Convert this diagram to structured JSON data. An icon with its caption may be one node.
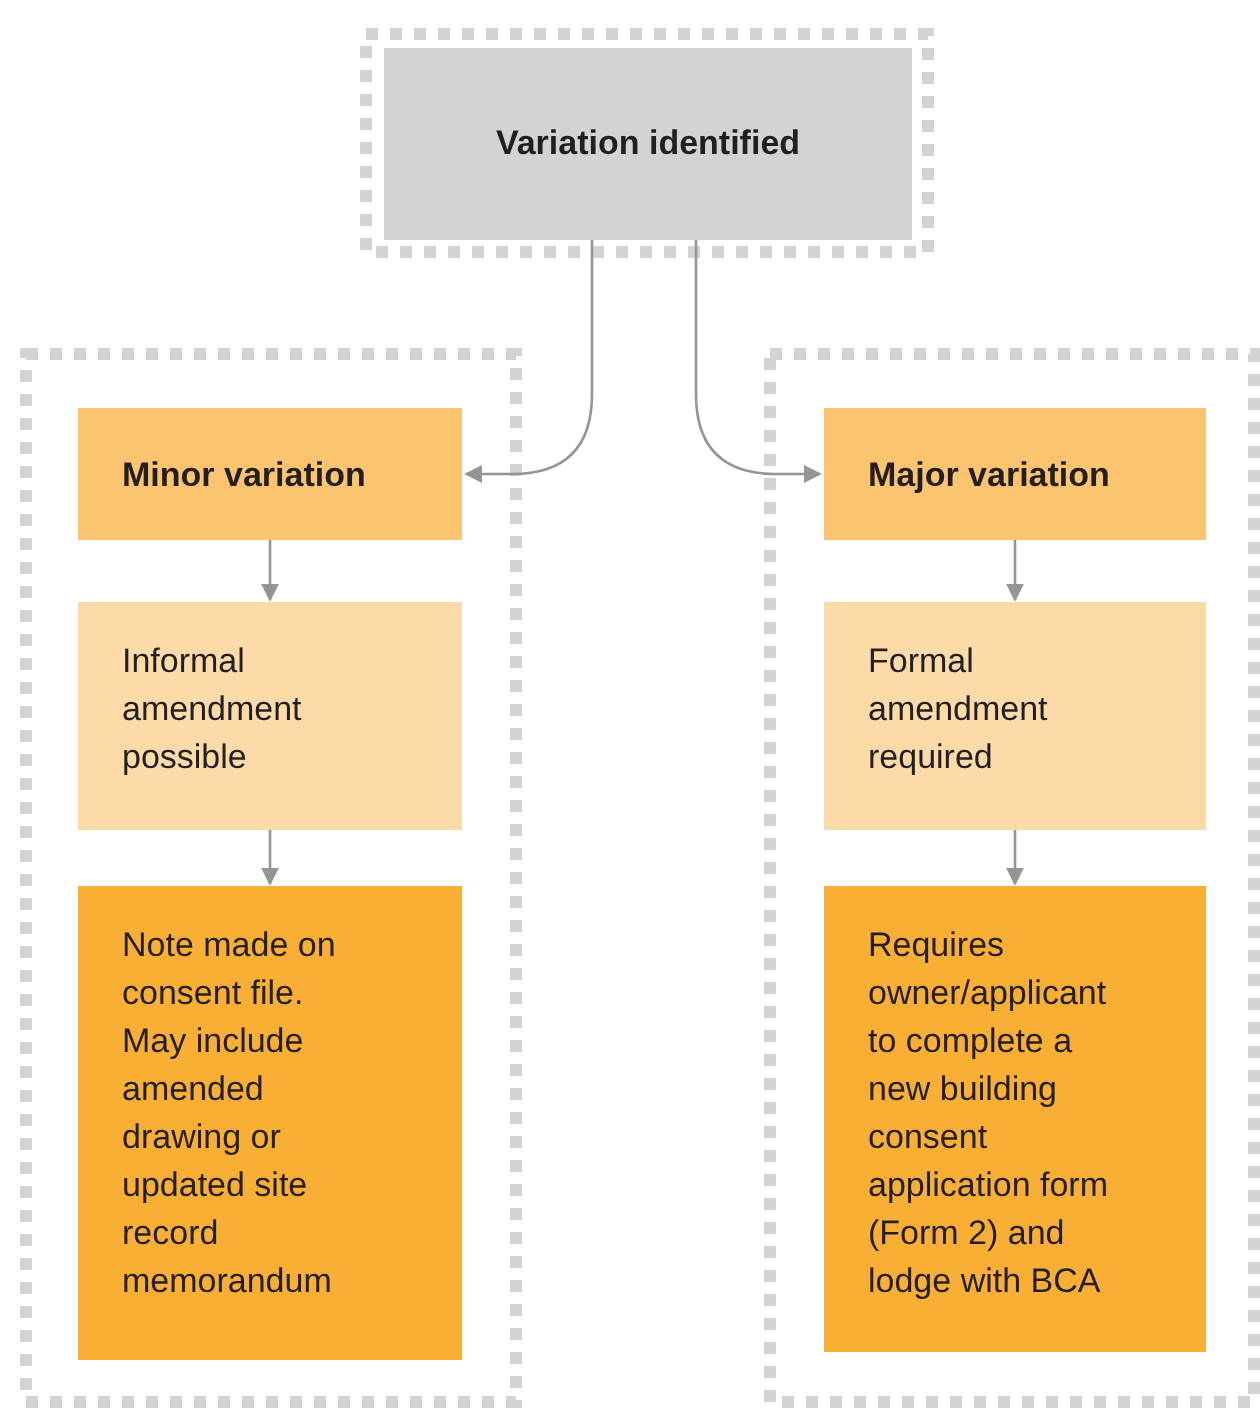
{
  "diagram": {
    "nodes": [
      {
        "text": [],
        "shape": "box"
      },
      {
        "text": [
          "Variation identified"
        ],
        "in": 0
      },
      {
        "text": [],
        "shape": "box"
      },
      {
        "text": [
          "Minor variation"
        ],
        "in": 2
      },
      {
        "text": [
          "Informal amendment possible"
        ],
        "in": 2
      },
      {
        "text": [
          "Note made on consent file. May include amended drawing or updated site record memorandum"
        ],
        "in": 2
      },
      {
        "text": [],
        "shape": "box"
      },
      {
        "text": [
          "Major variation"
        ],
        "in": 6
      },
      {
        "text": [
          "Formal amendment required"
        ],
        "in": 6
      },
      {
        "text": [
          "Requires owner/applicant to complete a new building consent application form (Form 2) and lodge with BCA"
        ],
        "in": 6
      }
    ],
    "edges": [
      {
        "from": 1,
        "to": 3,
        "arrow": "to"
      },
      {
        "from": 1,
        "to": 7,
        "arrow": "to"
      },
      {
        "from": 3,
        "to": 4,
        "arrow": "to"
      },
      {
        "from": 4,
        "to": 5,
        "arrow": "to"
      },
      {
        "from": 7,
        "to": 8,
        "arrow": "to"
      },
      {
        "from": 8,
        "to": 9,
        "arrow": "to"
      }
    ]
  }
}
